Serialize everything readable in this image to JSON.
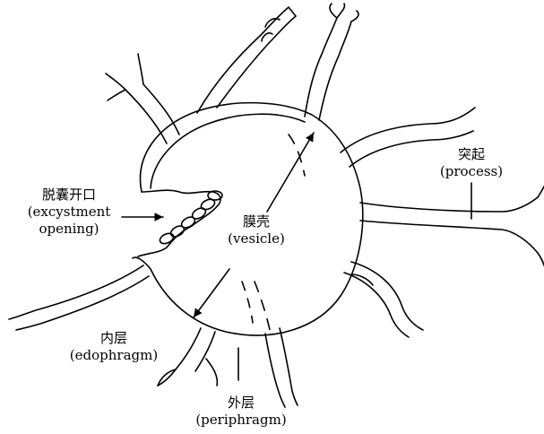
{
  "labels": {
    "opening": {
      "cn": "脱囊开口",
      "en1": "(excystment",
      "en2": "opening)"
    },
    "vesicle": {
      "cn": "膜壳",
      "en": "(vesicle)"
    },
    "process": {
      "cn": "突起",
      "en": "(process)"
    },
    "endophragm": {
      "cn": "内层",
      "en": "(edophragm)"
    },
    "periphragm": {
      "cn": "外层",
      "en": "(periphragm)"
    }
  }
}
